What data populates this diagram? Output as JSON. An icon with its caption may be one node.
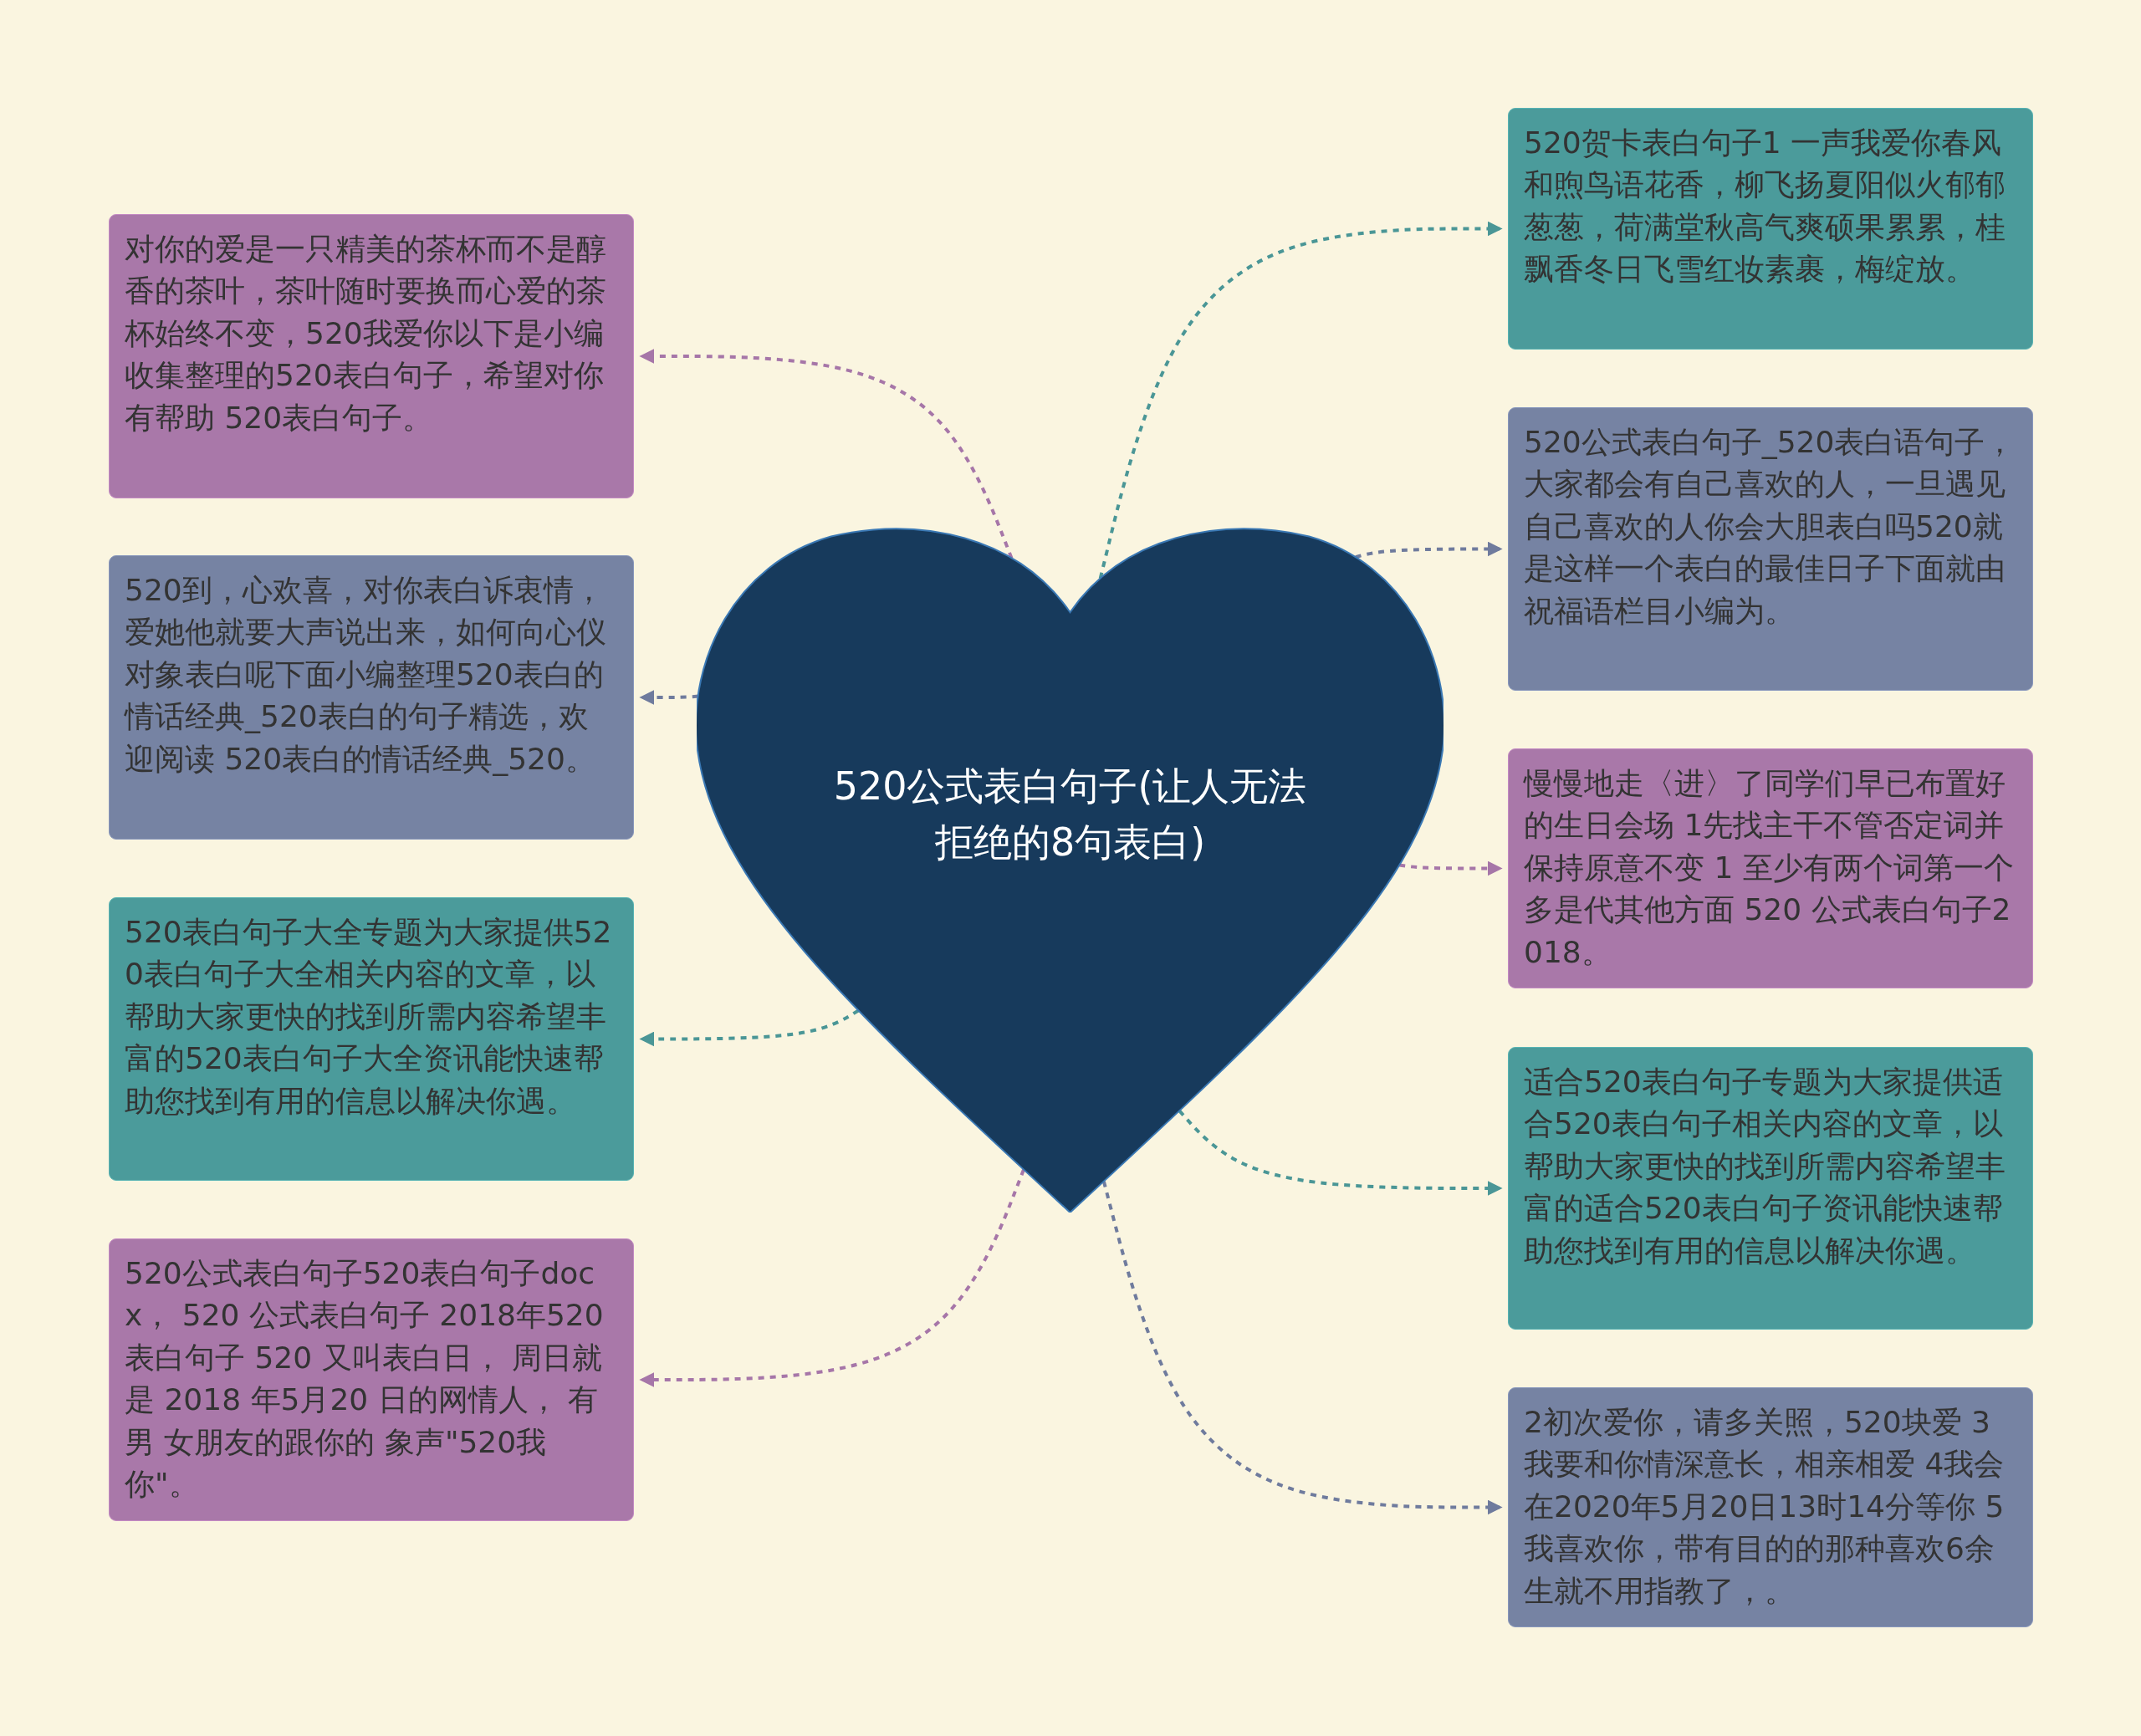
{
  "diagram": {
    "nodes": [
      {
        "text": [
          "520公式表白句子(让人无法拒绝的8句表白)"
        ]
      },
      {
        "text": [
          "对你的爱是一只精美的茶杯而不是醇香的茶叶，茶叶随时要换而心爱的茶杯始终不变，520我爱你以下是小编收集整理的520表白句子，希望对你有帮助 520表白句子。"
        ]
      },
      {
        "text": [
          "520到，心欢喜，对你表白诉衷情，爱她他就要大声说出来，如何向心仪对象表白呢下面小编整理520表白的情话经典_520表白的句子精选，欢迎阅读 520表白的情话经典_520。"
        ]
      },
      {
        "text": [
          "520表白句子大全专题为大家提供520表白句子大全相关内容的文章，以帮助大家更快的找到所需内容希望丰富的520表白句子大全资讯能快速帮助您找到有用的信息以解决你遇。"
        ]
      },
      {
        "text": [
          "520公式表白句子520表白句子docx， 520 公式表白句子 2018年520 表白句子 520 又叫表白日， 周日就是 2018 年5月20 日的网情人， 有男 女朋友的跟你的 象声\"520我你\"。"
        ]
      },
      {
        "text": [
          "520贺卡表白句子1 一声我爱你春风和煦鸟语花香，柳飞扬夏阳似火郁郁葱葱，荷满堂秋高气爽硕果累累，桂飘香冬日飞雪红妆素裹，梅绽放。"
        ]
      },
      {
        "text": [
          "520公式表白句子_520表白语句子，大家都会有自己喜欢的人，一旦遇见自己喜欢的人你会大胆表白吗520就是这样一个表白的最佳日子下面就由祝福语栏目小编为。"
        ]
      },
      {
        "text": [
          "慢慢地走〈进〉了同学们早已布置好的生日会场 1先找主干不管否定词并保持原意不变 1 至少有两个词第一个多是代其他方面 520 公式表白句子2018。"
        ]
      },
      {
        "text": [
          "适合520表白句子专题为大家提供适合520表白句子相关内容的文章，以帮助大家更快的找到所需内容希望丰富的适合520表白句子资讯能快速帮助您找到有用的信息以解决你遇。"
        ]
      },
      {
        "text": [
          "2初次爱你，请多关照，520块爱 3我要和你情深意长，相亲相爱 4我会在2020年5月20日13时14分等你 5我喜欢你，带有目的的那种喜欢6余生就不用指教了，。"
        ]
      }
    ],
    "edges": [
      {
        "from": 0,
        "to": 1,
        "arrow": "to",
        "style": "dashed",
        "color": "#a676a8"
      },
      {
        "from": 0,
        "to": 2,
        "arrow": "to",
        "style": "dashed",
        "color": "#6f7b9d"
      },
      {
        "from": 0,
        "to": 3,
        "arrow": "to",
        "style": "dashed",
        "color": "#4a9696"
      },
      {
        "from": 0,
        "to": 4,
        "arrow": "to",
        "style": "dashed",
        "color": "#a676a8"
      },
      {
        "from": 0,
        "to": 5,
        "arrow": "to",
        "style": "dashed",
        "color": "#4a9696"
      },
      {
        "from": 0,
        "to": 6,
        "arrow": "to",
        "style": "dashed",
        "color": "#6f7b9d"
      },
      {
        "from": 0,
        "to": 7,
        "arrow": "to",
        "style": "dashed",
        "color": "#a676a8"
      },
      {
        "from": 0,
        "to": 8,
        "arrow": "to",
        "style": "dashed",
        "color": "#4a9696"
      },
      {
        "from": 0,
        "to": 9,
        "arrow": "to",
        "style": "dashed",
        "color": "#6f7b9d"
      }
    ]
  }
}
